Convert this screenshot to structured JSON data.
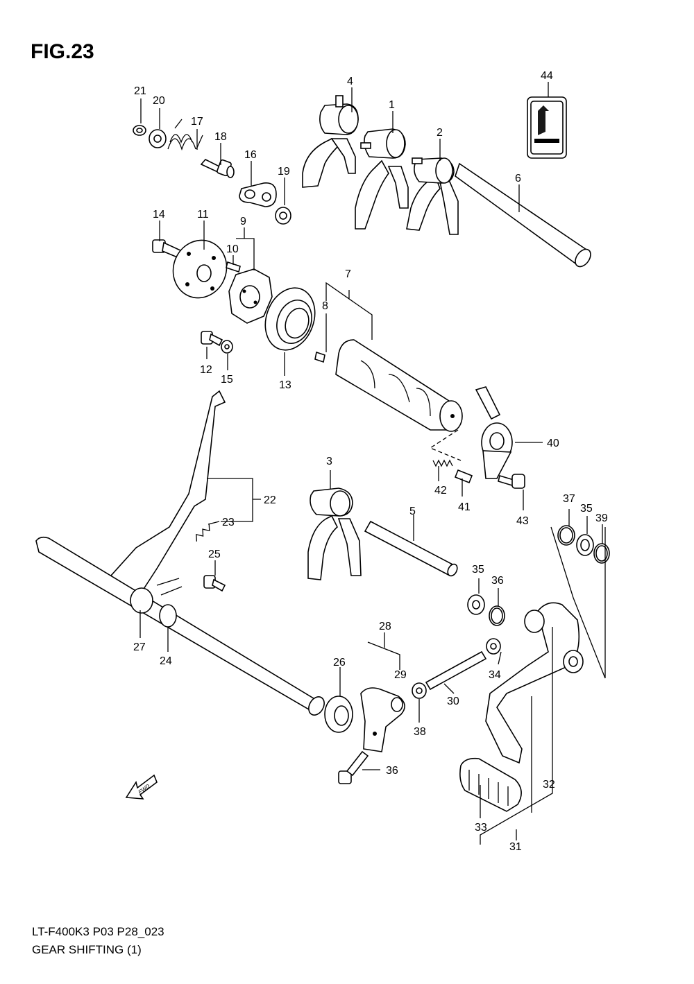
{
  "figure": {
    "title": "FIG.23",
    "model_code": "LT-F400K3  P03  P28_023",
    "caption": "GEAR SHIFTING (1)"
  },
  "fwd_label": "FWD",
  "callouts": [
    "1",
    "2",
    "3",
    "4",
    "5",
    "6",
    "7",
    "8",
    "9",
    "10",
    "11",
    "12",
    "13",
    "14",
    "15",
    "16",
    "17",
    "18",
    "19",
    "20",
    "21",
    "22",
    "23",
    "24",
    "25",
    "26",
    "27",
    "28",
    "29",
    "30",
    "31",
    "32",
    "33",
    "34",
    "35",
    "35",
    "36",
    "36",
    "37",
    "38",
    "39",
    "40",
    "41",
    "42",
    "43",
    "44"
  ]
}
